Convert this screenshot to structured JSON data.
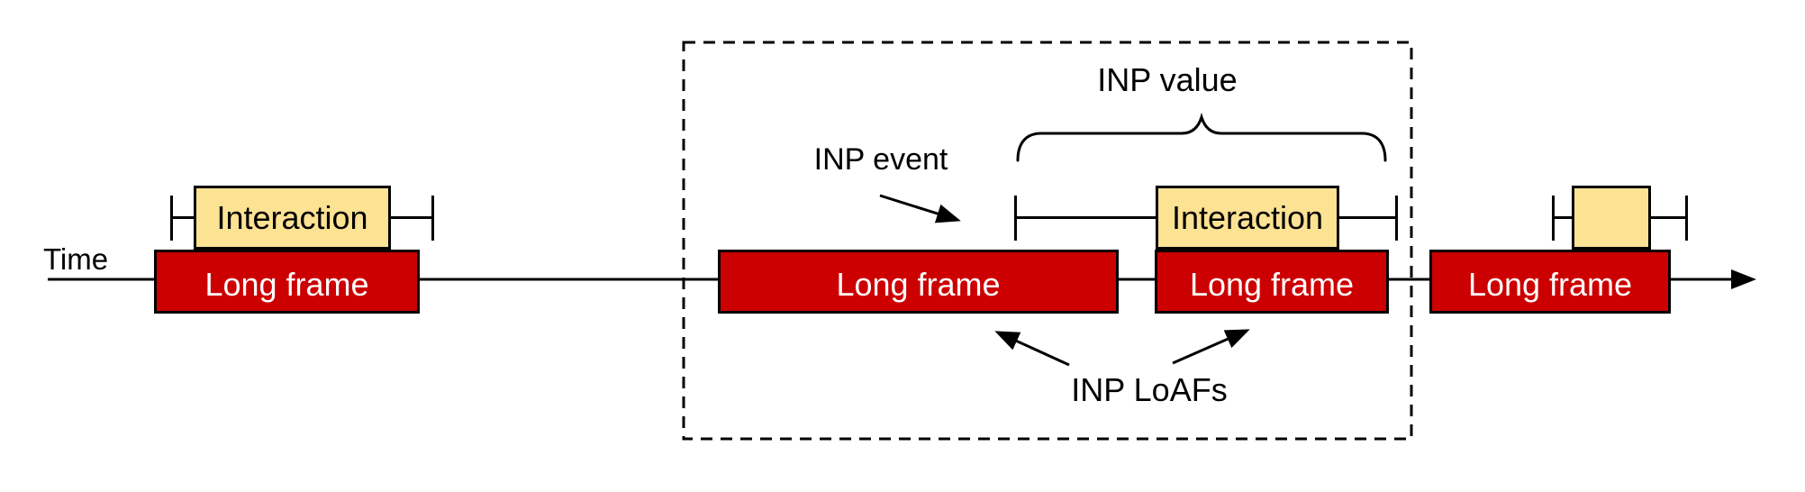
{
  "colors": {
    "background": "#ffffff",
    "long_frame_fill": "#cc0000",
    "long_frame_text": "#ffffff",
    "interaction_fill": "#fce293",
    "stroke": "#000000",
    "label_text": "#000000"
  },
  "labels": {
    "time": "Time",
    "inp_event": "INP event",
    "inp_value": "INP value",
    "inp_loafs": "INP LoAFs"
  },
  "boxes": {
    "long_frame_1": "Long frame",
    "long_frame_2": "Long frame",
    "long_frame_3": "Long frame",
    "long_frame_4": "Long frame",
    "interaction_1": "Interaction",
    "interaction_2": "Interaction",
    "interaction_3": ""
  }
}
